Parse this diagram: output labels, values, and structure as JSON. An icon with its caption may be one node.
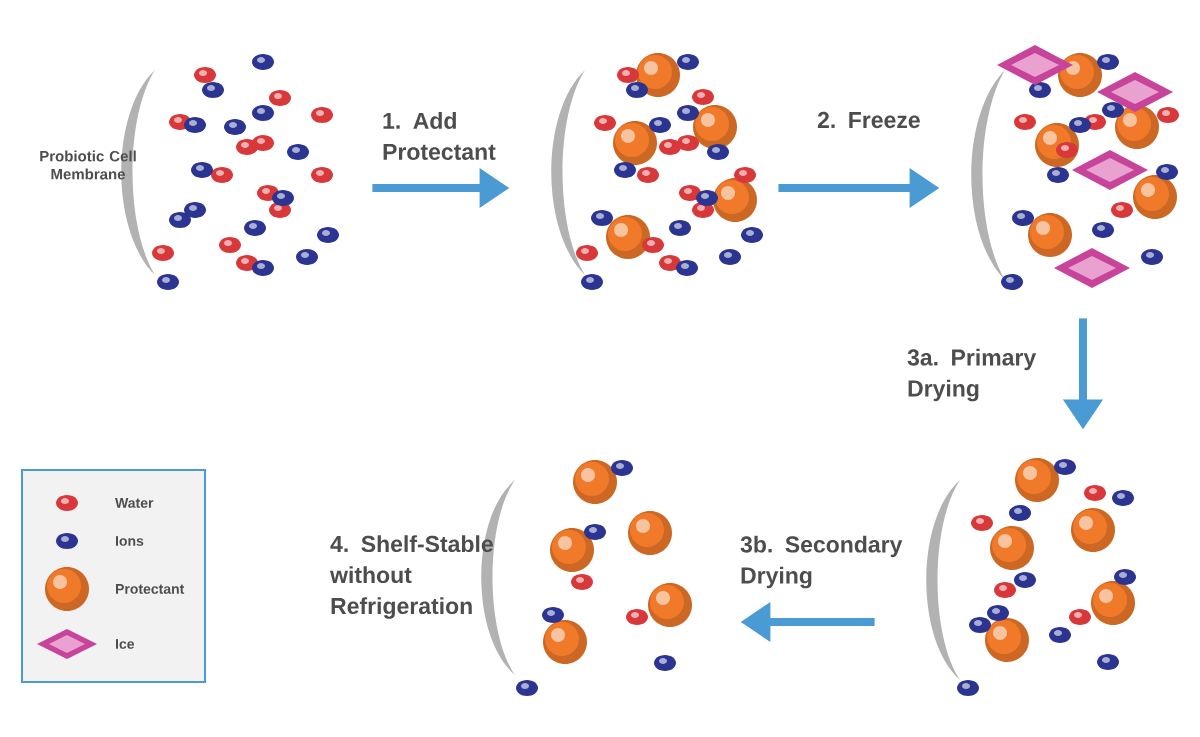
{
  "diagram": {
    "nodes": [
      {
        "text": [],
        "shape": "picture",
        "beside": [
          "Probiotic Cell Membrane"
        ]
      },
      {
        "text": [],
        "shape": "picture"
      },
      {
        "text": [],
        "shape": "picture"
      },
      {
        "text": [],
        "shape": "picture"
      },
      {
        "text": [],
        "shape": "picture",
        "beside": [
          "4. Shelf-Stable without Refrigeration"
        ]
      }
    ],
    "edges": [
      {
        "from": 0,
        "to": 1,
        "arrow": "to",
        "label": "1. Add Protectant"
      },
      {
        "from": 1,
        "to": 2,
        "arrow": "to",
        "label": "2. Freeze"
      },
      {
        "from": 2,
        "to": 3,
        "arrow": "to",
        "label": "3a. Primary Drying"
      },
      {
        "from": 3,
        "to": 4,
        "arrow": "to",
        "label": "3b. Secondary Drying"
      }
    ],
    "legend": [
      {
        "text": "Water"
      },
      {
        "text": "Ions"
      },
      {
        "text": "Protectant"
      },
      {
        "text": "Ice"
      }
    ]
  }
}
